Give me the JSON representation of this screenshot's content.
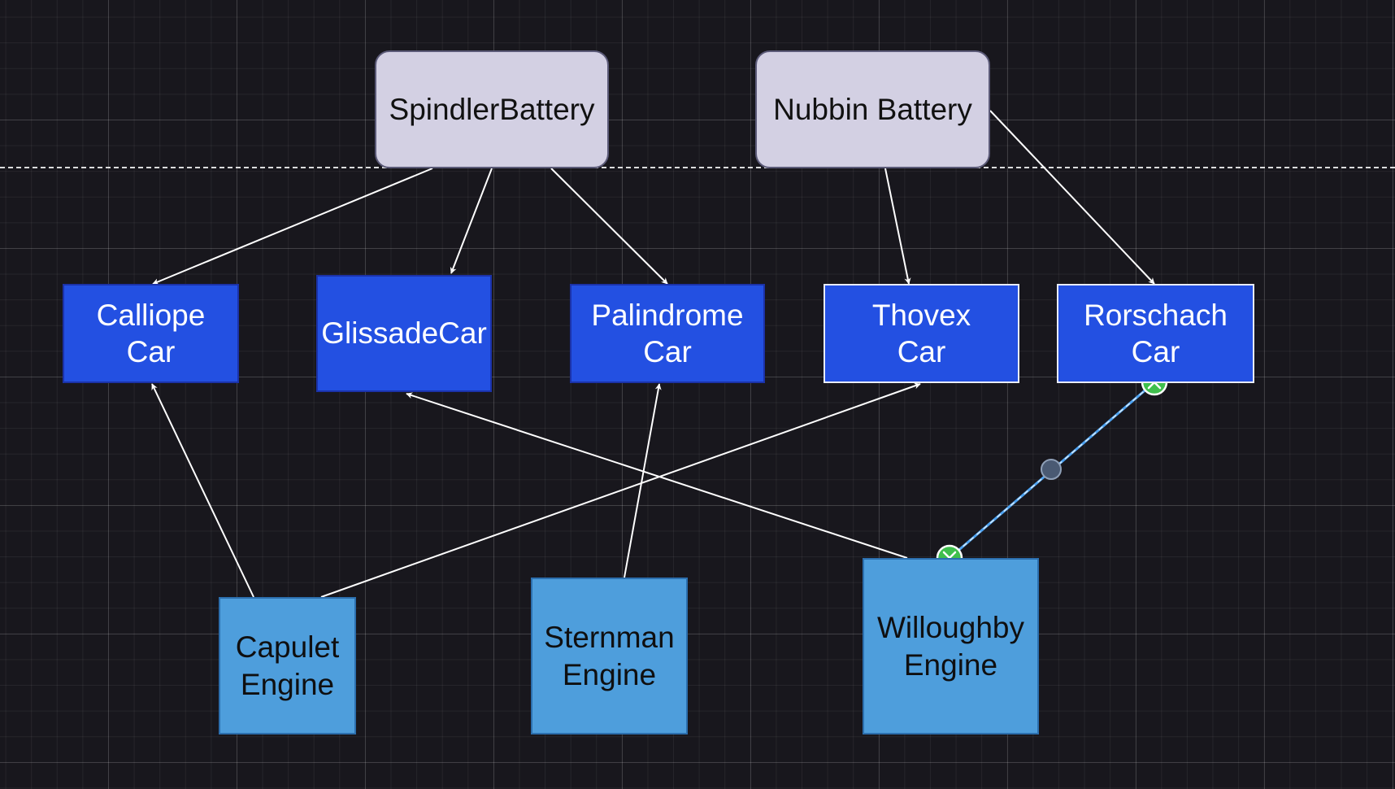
{
  "diagram": {
    "nodes": {
      "spindler_battery": "SpindlerBattery",
      "nubbin_battery": "Nubbin Battery",
      "calliope_car": "Calliope\nCar",
      "glissade_car": "GlissadeCar",
      "palindrome_car": "Palindrome\nCar",
      "thovex_car": "Thovex\nCar",
      "rorschach_car": "Rorschach\nCar",
      "capulet_engine": "Capulet\nEngine",
      "sternman_engine": "Sternman\nEngine",
      "willoughby_engine": "Willoughby\nEngine"
    },
    "edges": [
      {
        "from": "spindler_battery",
        "to": "calliope_car"
      },
      {
        "from": "spindler_battery",
        "to": "glissade_car"
      },
      {
        "from": "spindler_battery",
        "to": "palindrome_car"
      },
      {
        "from": "nubbin_battery",
        "to": "thovex_car"
      },
      {
        "from": "nubbin_battery",
        "to": "rorschach_car"
      },
      {
        "from": "capulet_engine",
        "to": "calliope_car"
      },
      {
        "from": "capulet_engine",
        "to": "thovex_car"
      },
      {
        "from": "sternman_engine",
        "to": "palindrome_car"
      },
      {
        "from": "willoughby_engine",
        "to": "glissade_car"
      },
      {
        "from": "willoughby_engine",
        "to": "rorschach_car",
        "selected": true
      }
    ],
    "colors": {
      "background": "#18171d",
      "battery_fill": "#d3d0e3",
      "car_fill": "#2350e2",
      "engine_fill": "#4e9edc",
      "selected_edge": "#4ea3f1",
      "handle_green": "#3fbf4d"
    }
  }
}
